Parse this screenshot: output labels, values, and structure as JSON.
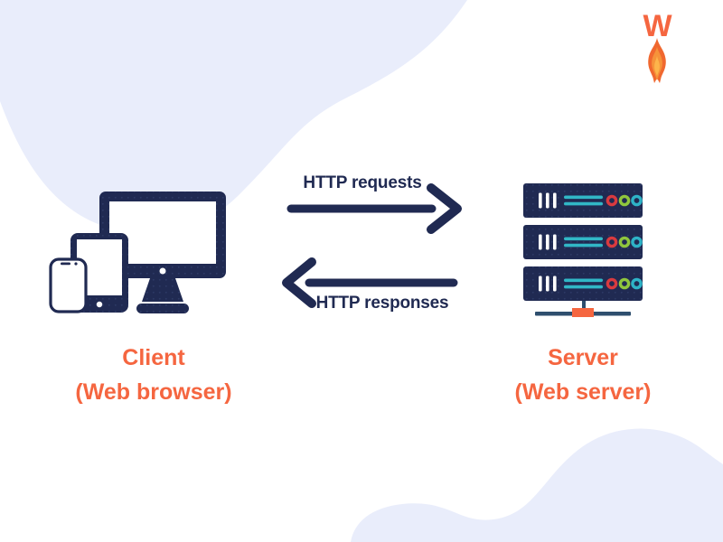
{
  "logo": {
    "letter": "W"
  },
  "arrows": {
    "request_label": "HTTP requests",
    "response_label": "HTTP responses"
  },
  "client": {
    "title": "Client",
    "subtitle": "(Web browser)"
  },
  "server": {
    "title": "Server",
    "subtitle": "(Web server)"
  },
  "colors": {
    "background": "#ffffff",
    "blob": "#e9edfb",
    "navy": "#202a52",
    "navy_dot": "#2d3a66",
    "orange": "#f56640",
    "teal": "#31b7c6",
    "led_red": "#d93a3f",
    "led_green": "#8fc63d",
    "led_teal": "#2eb3c7",
    "connector": "#2e4e6e",
    "flame_outer": "#f0682f",
    "flame_inner": "#f6933a",
    "flame_core": "#fdb44b"
  }
}
